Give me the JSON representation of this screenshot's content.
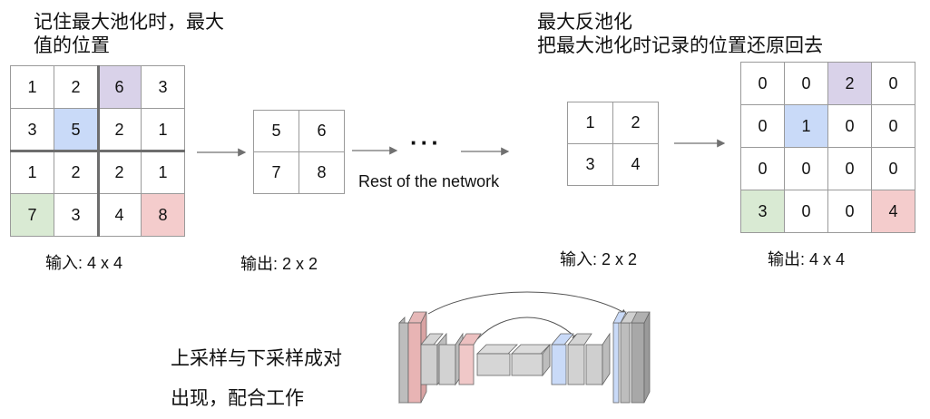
{
  "notes": {
    "pool_line1": "记住最大池化时，最大",
    "pool_line2": "值的位置",
    "unpool_line1": "最大反池化",
    "unpool_line2": "把最大池化时记录的位置还原回去",
    "updown_line1": "上采样与下采样成对",
    "updown_line2": "出现，配合工作"
  },
  "captions": {
    "pool_in": "输入: 4 x 4",
    "pool_out": "输出: 2 x 2",
    "unpool_in": "输入: 2 x 2",
    "unpool_out": "输出: 4 x 4",
    "rest": "Rest of the network",
    "dots": "···"
  },
  "colors": {
    "purple": "#d9d2e9",
    "blue": "#c9daf8",
    "green": "#d9ead3",
    "red": "#f4cccc",
    "arrow": "#707070"
  },
  "maxpool_input": [
    [
      "1",
      "2",
      "6",
      "3"
    ],
    [
      "3",
      "5",
      "2",
      "1"
    ],
    [
      "1",
      "2",
      "2",
      "1"
    ],
    [
      "7",
      "3",
      "4",
      "8"
    ]
  ],
  "maxpool_output": [
    [
      "5",
      "6"
    ],
    [
      "7",
      "8"
    ]
  ],
  "unpool_input": [
    [
      "1",
      "2"
    ],
    [
      "3",
      "4"
    ]
  ],
  "unpool_output": [
    [
      "0",
      "0",
      "2",
      "0"
    ],
    [
      "0",
      "1",
      "0",
      "0"
    ],
    [
      "0",
      "0",
      "0",
      "0"
    ],
    [
      "3",
      "0",
      "0",
      "4"
    ]
  ]
}
